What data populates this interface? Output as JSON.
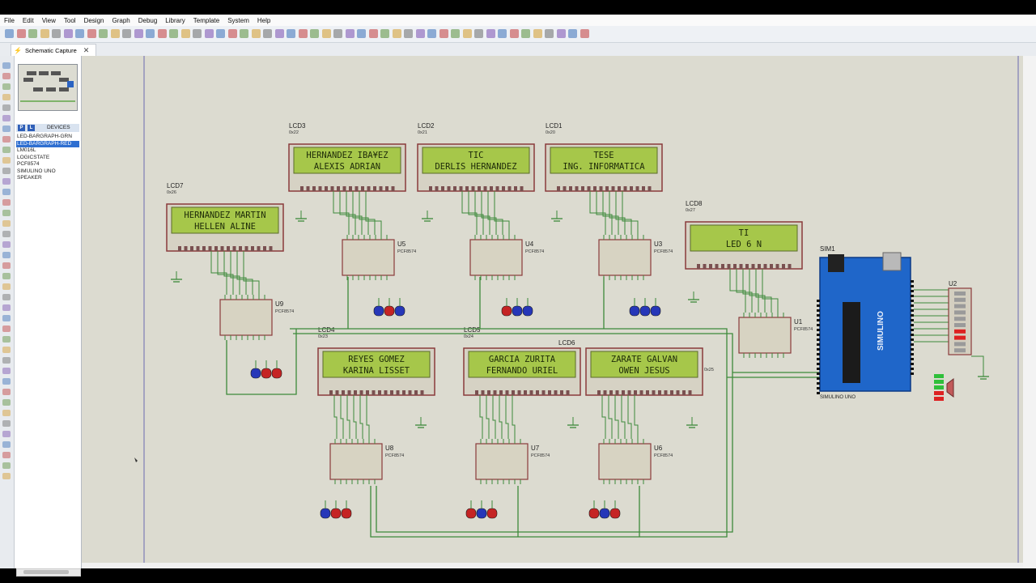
{
  "menu": [
    "File",
    "Edit",
    "View",
    "Tool",
    "Design",
    "Graph",
    "Debug",
    "Library",
    "Template",
    "System",
    "Help"
  ],
  "tab": {
    "title": "Schematic Capture",
    "close": "✕"
  },
  "devices": {
    "header": "DEVICES",
    "p_btn": "P",
    "l_btn": "L",
    "items": [
      "LED-BARGRAPH-GRN",
      "LED-BARGRAPH-RED",
      "LM016L",
      "LOGICSTATE",
      "PCF8574",
      "SIMULINO UNO",
      "SPEAKER"
    ],
    "selected_index": 1
  },
  "schematic": {
    "lcds": [
      {
        "ref": "LCD3",
        "addr": "0x22",
        "line1": "HERNANDEZ IBA¥EZ",
        "line2": "ALEXIS ADRIAN"
      },
      {
        "ref": "LCD2",
        "addr": "0x21",
        "line1": "TIC",
        "line2": "DERLIS HERNANDEZ"
      },
      {
        "ref": "LCD1",
        "addr": "0x20",
        "line1": "TESE",
        "line2": "ING. INFORMATICA"
      },
      {
        "ref": "LCD7",
        "addr": "0x26",
        "line1": "HERNANDEZ MARTIN",
        "line2": "HELLEN ALINE"
      },
      {
        "ref": "LCD8",
        "addr": "0x27",
        "line1": "TI",
        "line2": "LED  6  N"
      },
      {
        "ref": "LCD4",
        "addr": "0x23",
        "line1": "REYES GOMEZ",
        "line2": "KARINA LISSET"
      },
      {
        "ref": "LCD5",
        "addr": "0x24",
        "line1": "GARCIA ZURITA",
        "line2": "FERNANDO  URIEL"
      },
      {
        "ref": "LCD6",
        "addr": "0x25",
        "line1": "ZARATE GALVAN",
        "line2": "OWEN JESUS"
      }
    ],
    "chips": [
      {
        "ref": "U5",
        "part": "PCF8574"
      },
      {
        "ref": "U4",
        "part": "PCF8574"
      },
      {
        "ref": "U3",
        "part": "PCF8574"
      },
      {
        "ref": "U9",
        "part": "PCF8574"
      },
      {
        "ref": "U1",
        "part": "PCF8574"
      },
      {
        "ref": "U8",
        "part": "PCF8574"
      },
      {
        "ref": "U7",
        "part": "PCF8574"
      },
      {
        "ref": "U6",
        "part": "PCF8574"
      }
    ],
    "arduino": {
      "ref": "SIM1",
      "name": "SIMULINO",
      "part": "SIMULINO UNO"
    },
    "bargraph": {
      "ref": "U2"
    }
  },
  "colors": {
    "canvas": "#dcdbd0",
    "lcd_screen": "#a6c74a",
    "lcd_border": "#8a3b3b",
    "wire": "#3d8a3a",
    "arduino": "#1f66c9",
    "logic_red": "#c52424",
    "logic_blue": "#2637b8"
  }
}
